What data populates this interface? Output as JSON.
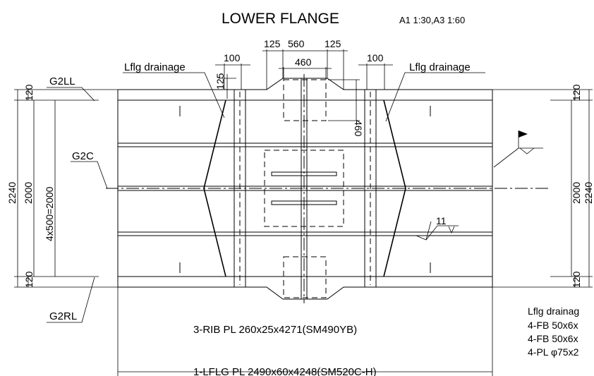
{
  "title": "LOWER FLANGE",
  "scale": "A1 1:30,A3 1:60",
  "labels": {
    "g2ll": "G2LL",
    "g2c": "G2C",
    "g2rl": "G2RL",
    "drainage_left": "Lflg drainage",
    "drainage_right": "Lflg drainage"
  },
  "dimensions": {
    "top_125_left": "125",
    "top_560": "560",
    "top_125_right": "125",
    "top_460": "460",
    "left_100": "100",
    "right_100": "100",
    "left_125": "125",
    "right_460": "460",
    "left_total": "2240",
    "left_width": "2000",
    "left_spacing": "4x500=2000",
    "left_120_top": "120",
    "left_120_bottom": "120",
    "right_width": "2000",
    "right_total": "2240",
    "right_120_top": "120",
    "right_120_bottom": "120"
  },
  "weld_symbol": "11",
  "notes": {
    "rib": "3-RIB PL 260x25x4271(SM490YB)",
    "lflg": "1-LFLG PL 2490x60x4248(SM520C-H)"
  },
  "parts_list": [
    "Lflg drainag",
    "4-FB 50x6x",
    "4-FB 50x6x",
    "4-PL φ75x2"
  ]
}
